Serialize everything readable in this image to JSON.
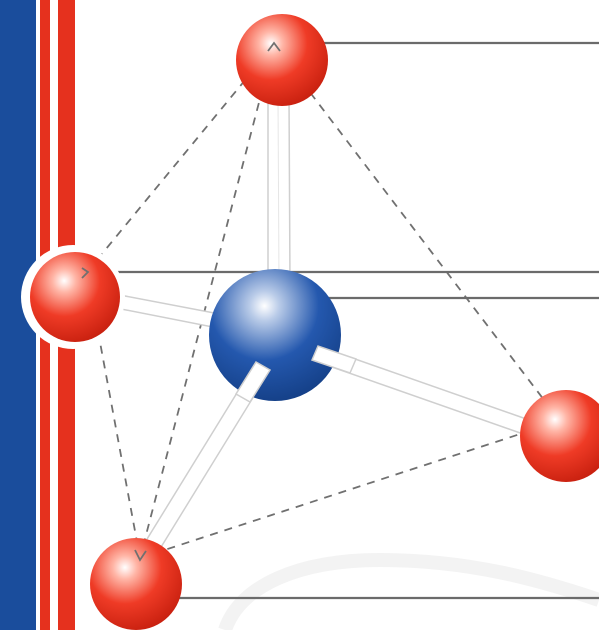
{
  "diagram": {
    "type": "tetrahedral-molecule",
    "central_atom": {
      "name": "central-atom",
      "color": "#1e4fa3"
    },
    "outer_atoms": [
      {
        "name": "outer-atom-top",
        "color": "#e8321f"
      },
      {
        "name": "outer-atom-left",
        "color": "#e8321f"
      },
      {
        "name": "outer-atom-right",
        "color": "#e8321f"
      },
      {
        "name": "outer-atom-bottom",
        "color": "#e8321f"
      }
    ],
    "bond_color": "#ffffff",
    "dashed_edge_color": "#707070",
    "leader_line_color": "#6b6b6b"
  },
  "decor": {
    "stripe_blue": "#1a4d9c",
    "stripe_red": "#e5311e"
  }
}
